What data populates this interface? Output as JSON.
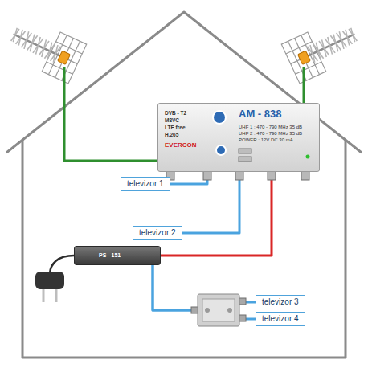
{
  "diagram": {
    "nodes": [
      {
        "text": [
          "DVB - T2",
          "M8VC",
          "LTE free",
          "H.265",
          "EVERCON",
          "AM - 838",
          "UHF 1 : 470 - 790 MHz 35 dB",
          "UHF 2 : 470 - 790 MHz 35 dB",
          "POWER : 12V DC 30 mA"
        ]
      },
      {
        "text": [
          "televizor 1"
        ]
      },
      {
        "text": [
          "televizor 2"
        ]
      },
      {
        "text": [
          "PS - 151"
        ]
      },
      {
        "text": [
          "televizor 3"
        ]
      },
      {
        "text": [
          "televizor 4"
        ]
      }
    ],
    "edges": [
      {
        "from": 0,
        "to": 1,
        "arrow": "none"
      },
      {
        "from": 0,
        "to": 2,
        "arrow": "none"
      },
      {
        "from": 0,
        "to": 3,
        "arrow": "none"
      },
      {
        "from": 3,
        "to": 4,
        "arrow": "none"
      },
      {
        "from": 3,
        "to": 5,
        "arrow": "none"
      }
    ]
  }
}
